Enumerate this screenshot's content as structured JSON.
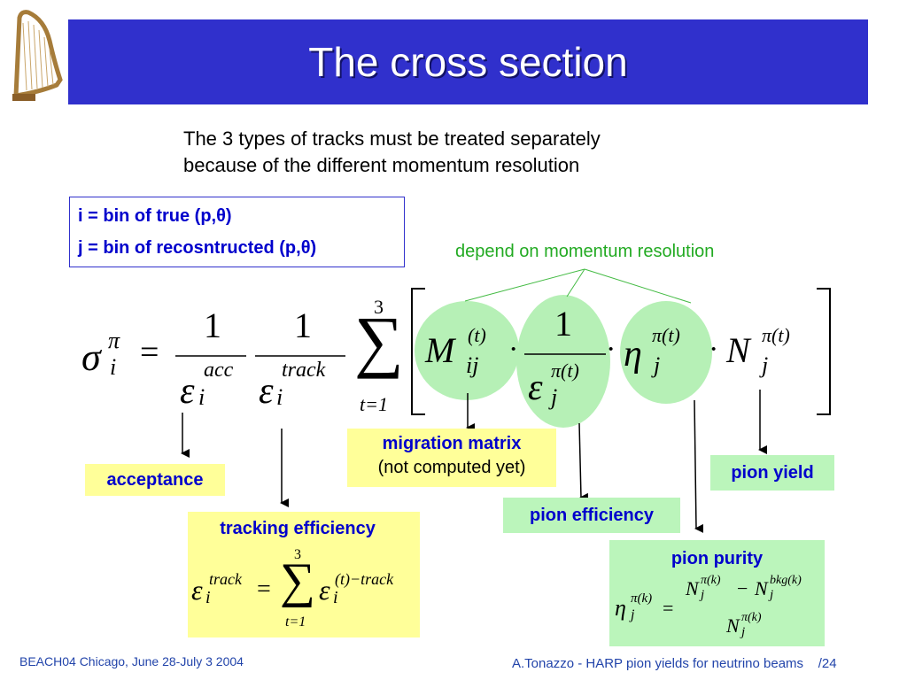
{
  "slide": {
    "title": "The cross section",
    "intro_lines": [
      "The 3 types of tracks must be treated separately",
      "because of the different momentum resolution"
    ],
    "definitions": [
      "i = bin of true (p,θ)",
      "j = bin of recosntructed (p,θ)"
    ],
    "depend_label": "depend on momentum resolution"
  },
  "formula": {
    "sigma": "σ",
    "sup_pi": "π",
    "sub_i": "i",
    "equals": "=",
    "one": "1",
    "epsilon": "ε",
    "sup_acc": "acc",
    "sup_track": "track",
    "sum_upper": "3",
    "sum_sign": "∑",
    "sum_lower": "t=1",
    "M": "M",
    "sup_t": "(t)",
    "sub_ij": "ij",
    "dot": "·",
    "sup_pi_t": "π(t)",
    "sub_j": "j",
    "eta": "η",
    "N": "N"
  },
  "callouts": {
    "acceptance": "acceptance",
    "tracking_efficiency": "tracking efficiency",
    "migration_matrix": "migration matrix",
    "migration_note": "(not computed yet)",
    "pion_efficiency": "pion efficiency",
    "pion_yield": "pion yield",
    "pion_purity": "pion purity"
  },
  "tracking_formula": {
    "epsilon": "ε",
    "sup_track": "track",
    "sub_i": "i",
    "equals": "=",
    "sum_upper": "3",
    "sum_sign": "∑",
    "sum_lower": "t=1",
    "sup_t_track": "(t)−track"
  },
  "purity_formula": {
    "eta": "η",
    "sup_pi_k": "π(k)",
    "sub_j": "j",
    "equals": "=",
    "N": "N",
    "minus": "−",
    "sup_bkg_k": "bkg(k)"
  },
  "footer": {
    "left": "BEACH04 Chicago, June 28-July 3 2004",
    "right": "A.Tonazzo - HARP pion yields for neutrino beams    /24"
  },
  "colors": {
    "title_bar": "#3030cc",
    "accent_blue": "#0000cc",
    "ellipse_green": "#b6f0b6",
    "callout_yellow": "#ffff99",
    "callout_green": "#bbf5bb",
    "depend_green": "#22aa22"
  },
  "icons": {
    "logo": "harp-icon"
  }
}
